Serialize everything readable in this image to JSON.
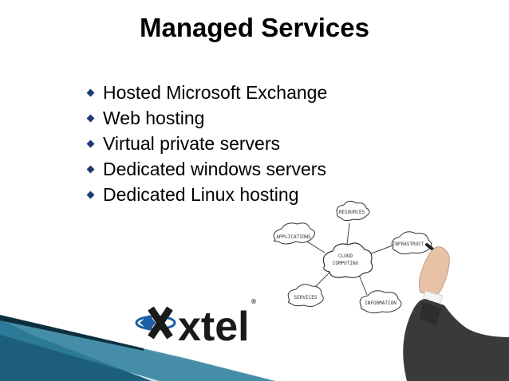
{
  "slide": {
    "title": "Managed Services",
    "bullets": [
      "Hosted Microsoft Exchange",
      "Web hosting",
      "Virtual private servers",
      "Dedicated windows servers",
      "Dedicated Linux hosting"
    ]
  },
  "logo": {
    "text": "xtel",
    "registered": "®",
    "color": "#1a1a1a",
    "accent": "#1a5fa8"
  },
  "diagram": {
    "center": [
      "CLOUD",
      "COMPUTING"
    ],
    "nodes": {
      "resources": "RESOURCES",
      "applications": "APPLICATIONS",
      "infrastructure": "INFRASTRUCT...",
      "services": "SERVICES",
      "information": "INFORMATION"
    }
  },
  "colors": {
    "bullet": "#1f3a73",
    "corner_dark": "#1d5f7a",
    "corner_light": "#d9e8ee",
    "suit": "#3a3a3a"
  }
}
